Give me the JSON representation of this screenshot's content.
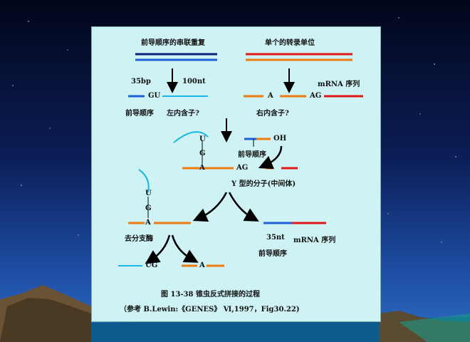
{
  "labels": {
    "left_title": "前导顺序的串联重复",
    "right_title": "单个的转录单位",
    "bp35": "35bp",
    "nt100": "100nt",
    "mrna_seq": "mRNA 序列",
    "gu": "GU",
    "a1": "A",
    "ag1": "AG",
    "leader1": "前导顺序",
    "left_intron": "左内含子?",
    "right_intron": "右内含子?",
    "u1": "U",
    "g1": "G",
    "a2": "A",
    "oh": "OH",
    "leader2": "前导顺序",
    "ag2": "AG",
    "y_molecule": "Y 型的分子(中间体)",
    "u2": "U",
    "g2": "G",
    "a3": "A",
    "debranch": "去分支酶",
    "nt35": "35nt",
    "mrna_seq2": "mRNA 序列",
    "leader3": "前导顺序",
    "ug": "UG",
    "a4": "A"
  },
  "caption": {
    "title": "图 13-38  锥虫反式拼接的过程",
    "ref": "（参考 B.Lewin:《GENES》 Ⅵ,1997，Fig30.22)"
  },
  "colors": {
    "blue": "#1f5fd8",
    "navy": "#10207a",
    "cyan": "#19b6e6",
    "orange": "#ee7a10",
    "red": "#e01818"
  }
}
